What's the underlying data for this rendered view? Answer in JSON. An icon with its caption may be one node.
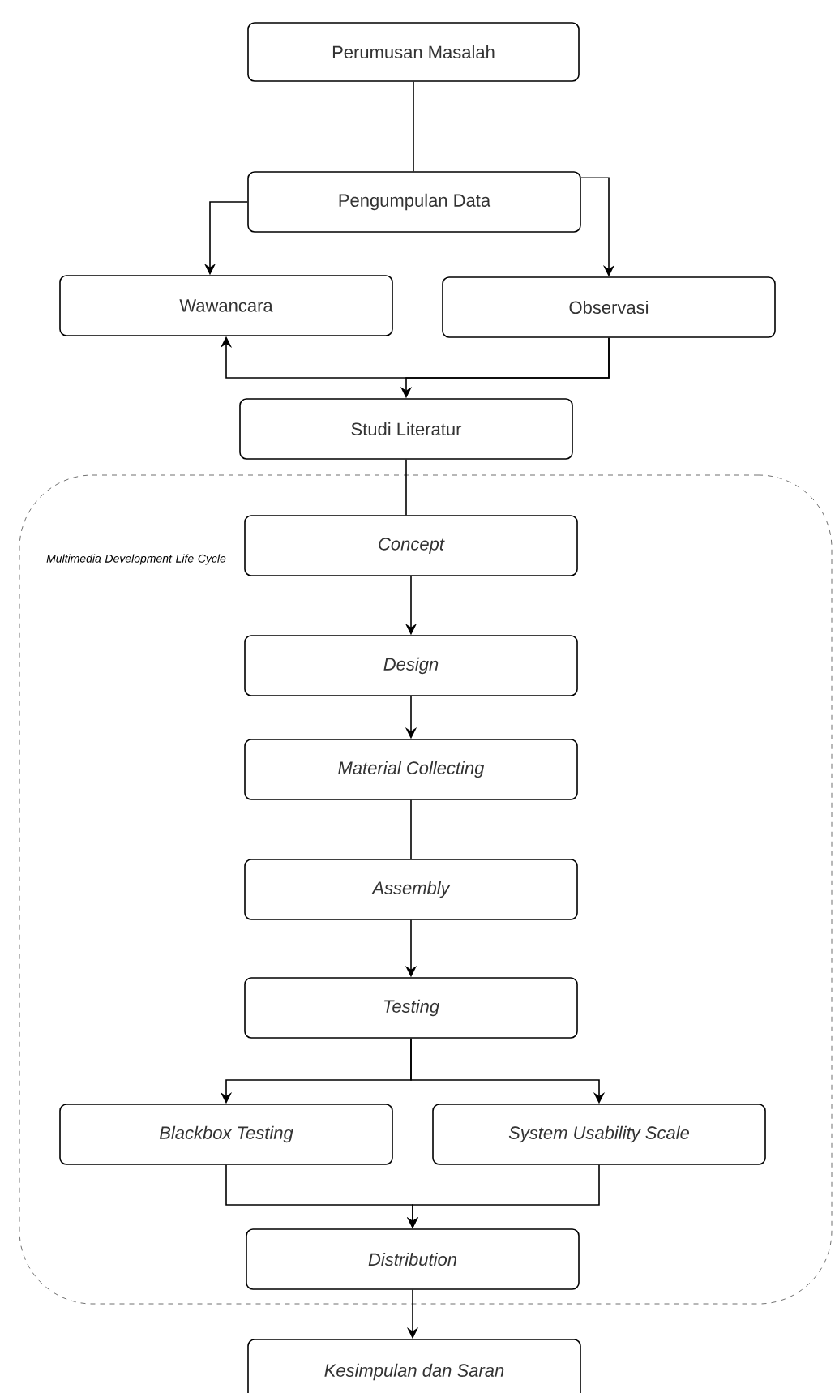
{
  "diagram": {
    "nodes": [
      {
        "text": [
          "Perumusan Masalah"
        ]
      },
      {
        "text": [
          "Pengumpulan Data"
        ]
      },
      {
        "text": [
          "Wawancara"
        ]
      },
      {
        "text": [
          "Observasi"
        ]
      },
      {
        "text": [
          "Studi Literatur"
        ]
      },
      {
        "text": [
          "Multimedia Development Life Cycle"
        ]
      },
      {
        "text": [
          "Concept"
        ],
        "in": 5
      },
      {
        "text": [
          "Design"
        ],
        "in": 5
      },
      {
        "text": [
          "Material Collecting"
        ],
        "in": 5
      },
      {
        "text": [
          "Assembly"
        ],
        "in": 5
      },
      {
        "text": [
          "Testing"
        ],
        "in": 5
      },
      {
        "text": [
          "Blackbox Testing"
        ],
        "in": 5
      },
      {
        "text": [
          "System Usability Scale"
        ],
        "in": 5
      },
      {
        "text": [
          "Distribution"
        ],
        "in": 5
      },
      {
        "text": [
          "Kesimpulan dan Saran"
        ]
      }
    ],
    "edges": [
      {
        "from": 0,
        "to": 1,
        "arrow": "none"
      },
      {
        "from": 1,
        "to": 2,
        "arrow": "to"
      },
      {
        "from": 1,
        "to": 3,
        "arrow": "to"
      },
      {
        "from": 3,
        "to": 2,
        "arrow": "to"
      },
      {
        "from": 3,
        "to": 4,
        "arrow": "to"
      },
      {
        "from": 4,
        "to": 6,
        "arrow": "none"
      },
      {
        "from": 6,
        "to": 7,
        "arrow": "to"
      },
      {
        "from": 7,
        "to": 8,
        "arrow": "to"
      },
      {
        "from": 8,
        "to": 9,
        "arrow": "none"
      },
      {
        "from": 9,
        "to": 10,
        "arrow": "to"
      },
      {
        "from": 10,
        "to": 11,
        "arrow": "to"
      },
      {
        "from": 10,
        "to": 12,
        "arrow": "to"
      },
      {
        "from": 11,
        "to": 13,
        "arrow": "to"
      },
      {
        "from": 12,
        "to": 13,
        "arrow": "to"
      },
      {
        "from": 13,
        "to": 14,
        "arrow": "to"
      }
    ]
  }
}
